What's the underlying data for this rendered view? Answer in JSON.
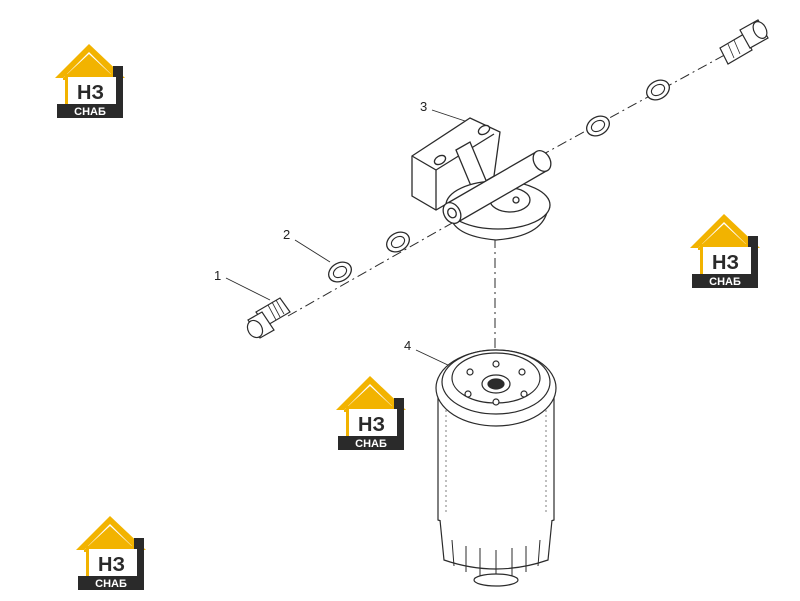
{
  "callouts": [
    {
      "id": "callout-1",
      "label": "1"
    },
    {
      "id": "callout-2",
      "label": "2"
    },
    {
      "id": "callout-3",
      "label": "3"
    },
    {
      "id": "callout-4",
      "label": "4"
    }
  ],
  "watermark": {
    "monogram": "НЗ",
    "wordmark": "СНАБ",
    "colors": {
      "roof": "#f2b300",
      "box": "#2a2a2a",
      "text": "#ffffff"
    }
  },
  "colors": {
    "line": "#2b2b2b",
    "background": "#ffffff"
  }
}
